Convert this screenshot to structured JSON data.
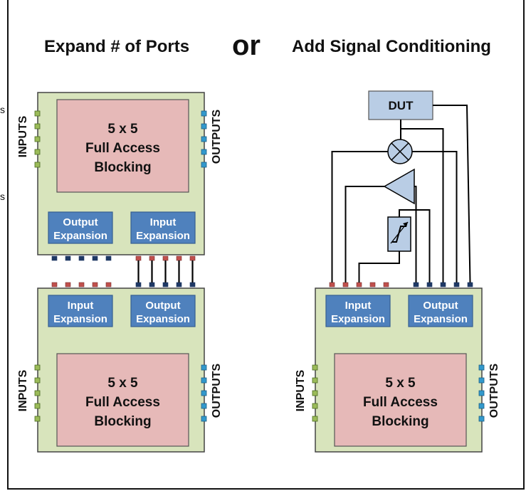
{
  "headings": {
    "left": "Expand # of Ports",
    "middle": "or",
    "right": "Add Signal Conditioning"
  },
  "matrix": {
    "line1": "5 x 5",
    "line2": "Full Access",
    "line3": "Blocking"
  },
  "ports": {
    "inputs": "INPUTS",
    "outputs": "OUTPUTS"
  },
  "expansion": {
    "output_line1": "Output",
    "input_line1": "Input",
    "line2": "Expansion"
  },
  "dut_label": "DUT",
  "edge_marks": [
    "s",
    "s"
  ],
  "colors": {
    "board_fill": "#d8e4bc",
    "matrix_fill": "#e6b9b8",
    "expansion_fill": "#4f81bd",
    "component_fill": "#b9cde5",
    "input_pin": "#9bbb59",
    "output_pin": "#3399cc",
    "expansion_pin_red": "#c0504d",
    "expansion_pin_blue": "#1f3864"
  }
}
